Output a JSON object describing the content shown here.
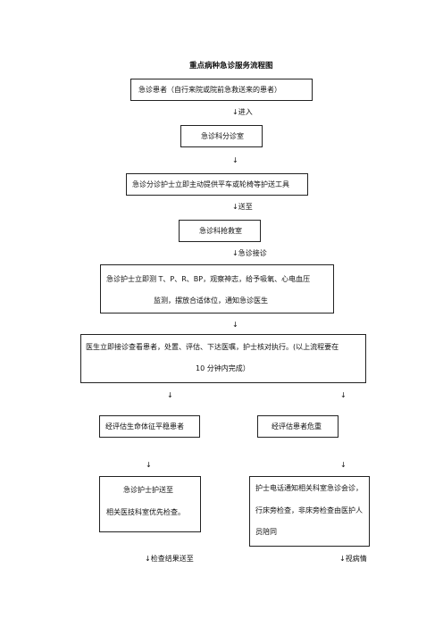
{
  "title": "重点病种急诊服务流程图",
  "nodes": {
    "patient": "急诊患者（自行来院或院前急救送来的患者）",
    "triage_room": "急诊科分诊室",
    "triage_nurse": "急诊分诊护士立即主动提供平车或轮椅等护送工具",
    "rescue_room": "急诊科抢救室",
    "nurse_measure": [
      "急诊护士立即测 T、P、R、BP，观察神志，给予吸氧、心电血压",
      "监测，摆放合适体位，通知急诊医生"
    ],
    "doctor_exam": [
      "医生立即接诊查看患者，处置、评估、下达医嘱，护士核对执行。(以上流程要在",
      "10 分钟内完成）"
    ],
    "stable": "经评估生命体征平稳患者",
    "critical": "经评估患者危重",
    "nurse_escort": [
      "急诊护士护送至",
      "相关医技科室优先检查。"
    ],
    "consult": [
      "护士电话通知相关科室急诊会诊，",
      "行床旁检查，非床旁检查由医护人",
      "员陪同"
    ]
  },
  "arrows": {
    "enter": "↓进入",
    "a2": "↓",
    "send": "↓送至",
    "emergency_visit": "↓急诊接诊",
    "a5": "↓",
    "left_down": "↓",
    "right_down": "↓",
    "left_down2": "↓",
    "right_down2": "↓",
    "result_send": "↓检查结果送至",
    "depending": "↓视病情"
  }
}
